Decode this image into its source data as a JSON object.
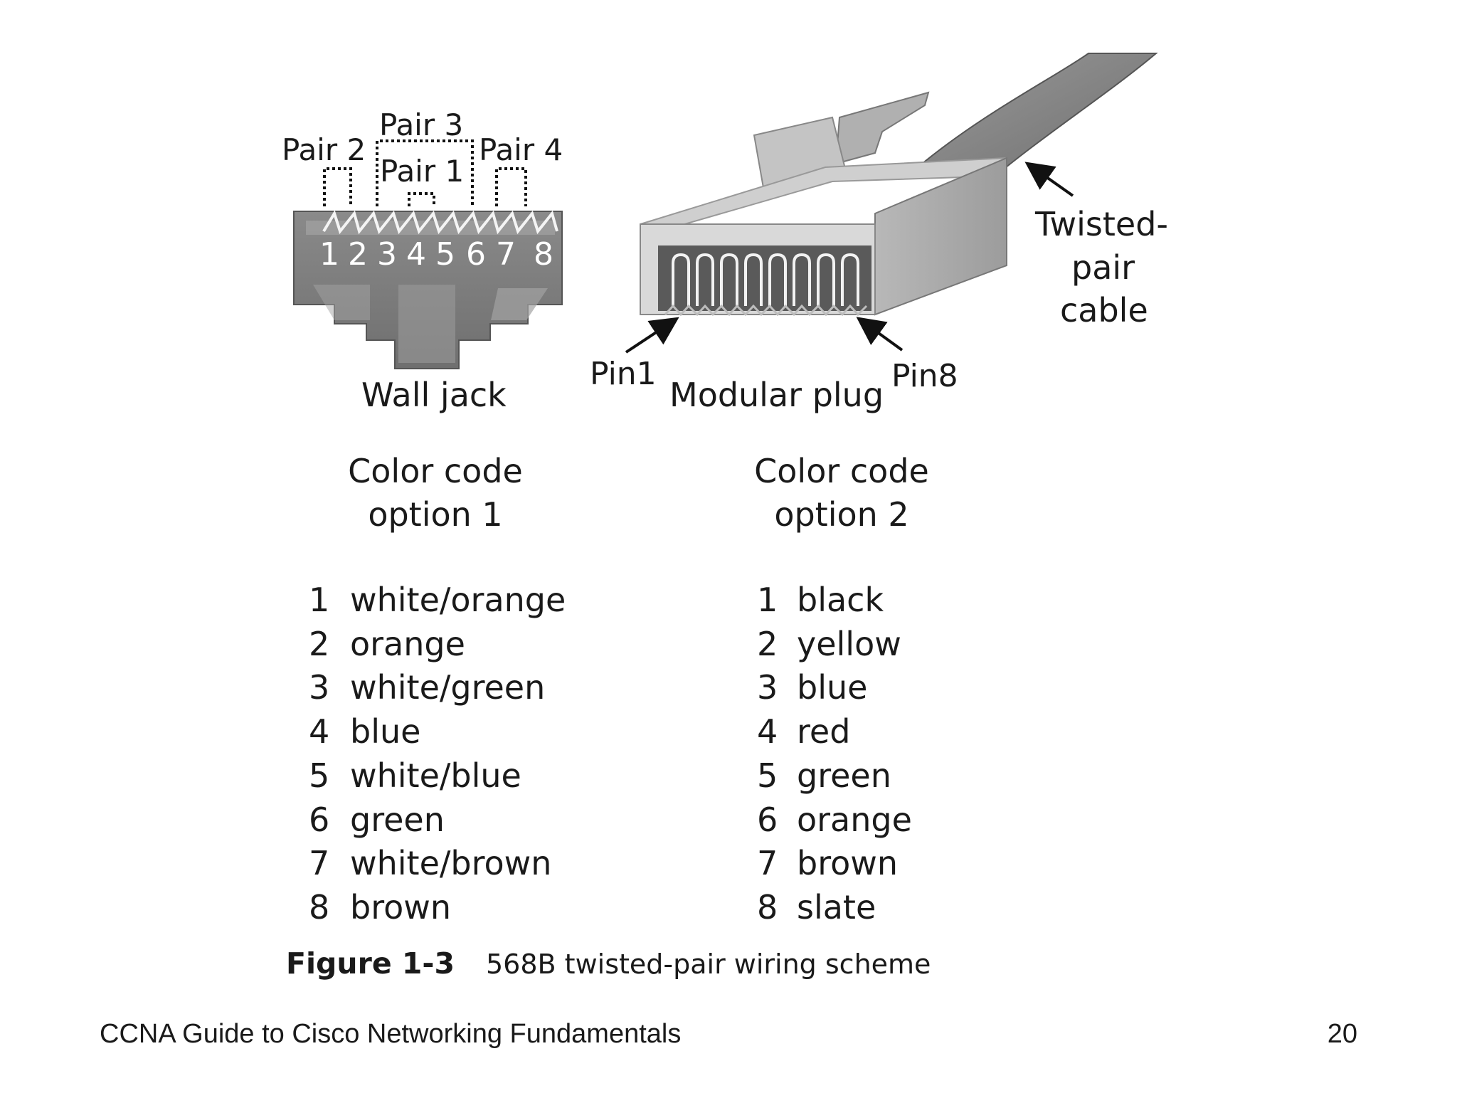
{
  "diagram": {
    "wall_jack": {
      "label": "Wall jack",
      "pin_numbers": [
        "1",
        "2",
        "3",
        "4",
        "5",
        "6",
        "7",
        "8"
      ],
      "pairs": {
        "pair2": "Pair 2",
        "pair3": "Pair 3",
        "pair1": "Pair 1",
        "pair4": "Pair 4"
      }
    },
    "modular_plug": {
      "label": "Modular plug",
      "pin1": "Pin1",
      "pin8": "Pin8"
    },
    "cable": {
      "line1": "Twisted-",
      "line2": "pair",
      "line3": "cable"
    }
  },
  "tables": {
    "option1": {
      "title_line1": "Color code",
      "title_line2": "option 1",
      "rows": [
        {
          "pin": "1",
          "color": "white/orange"
        },
        {
          "pin": "2",
          "color": "orange"
        },
        {
          "pin": "3",
          "color": "white/green"
        },
        {
          "pin": "4",
          "color": "blue"
        },
        {
          "pin": "5",
          "color": "white/blue"
        },
        {
          "pin": "6",
          "color": "green"
        },
        {
          "pin": "7",
          "color": "white/brown"
        },
        {
          "pin": "8",
          "color": "brown"
        }
      ]
    },
    "option2": {
      "title_line1": "Color code",
      "title_line2": "option 2",
      "rows": [
        {
          "pin": "1",
          "color": "black"
        },
        {
          "pin": "2",
          "color": "yellow"
        },
        {
          "pin": "3",
          "color": "blue"
        },
        {
          "pin": "4",
          "color": "red"
        },
        {
          "pin": "5",
          "color": "green"
        },
        {
          "pin": "6",
          "color": "orange"
        },
        {
          "pin": "7",
          "color": "brown"
        },
        {
          "pin": "8",
          "color": "slate"
        }
      ]
    }
  },
  "caption": {
    "figure_number": "Figure 1-3",
    "text": "568B twisted-pair wiring scheme"
  },
  "footer": {
    "title": "CCNA Guide to Cisco Networking Fundamentals",
    "page": "20"
  }
}
